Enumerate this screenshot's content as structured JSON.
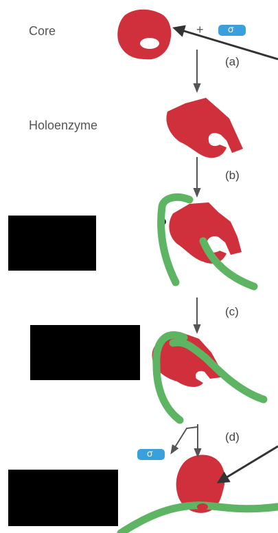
{
  "labels": {
    "core": "Core",
    "holoenzyme": "Holoenzyme"
  },
  "steps": {
    "a": "(a)",
    "b": "(b)",
    "c": "(c)",
    "d": "(d)"
  },
  "sigma": {
    "plus": "+",
    "symbol_top": "σ",
    "symbol_bottom": "σ"
  },
  "colors": {
    "enzyme": "#d0303b",
    "dna": "#5db563",
    "sigma_badge": "#3aa0dc",
    "arrow": "#555555",
    "pointer": "#333333",
    "redaction": "#000000"
  }
}
